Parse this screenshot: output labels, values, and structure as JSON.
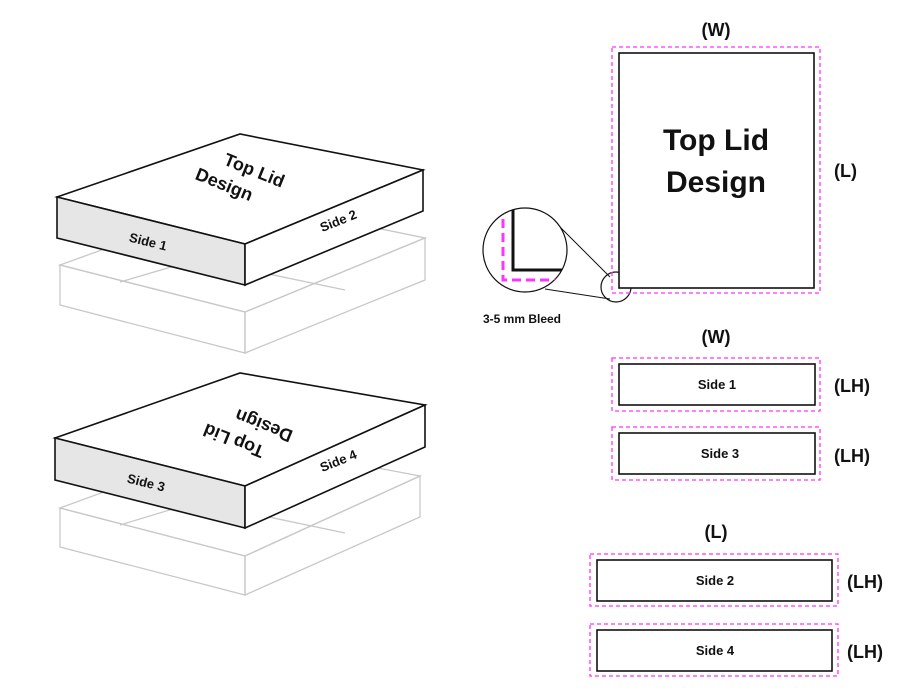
{
  "boxes": {
    "upper": {
      "lid_text_line1": "Top Lid",
      "lid_text_line2": "Design",
      "front_side": "Side 1",
      "right_side": "Side 2"
    },
    "lower": {
      "lid_text_line1": "Top Lid",
      "lid_text_line2": "Design",
      "front_side": "Side 3",
      "right_side": "Side 4"
    }
  },
  "bleed_callout": {
    "label": "3-5 mm Bleed"
  },
  "panels": {
    "top_lid": {
      "width_label": "(W)",
      "length_label": "(L)",
      "title_line1": "Top Lid",
      "title_line2": "Design"
    },
    "side1": {
      "header": "(W)",
      "label": "Side 1",
      "dim": "(LH)"
    },
    "side3": {
      "label": "Side 3",
      "dim": "(LH)"
    },
    "side2": {
      "header": "(L)",
      "label": "Side 2",
      "dim": "(LH)"
    },
    "side4": {
      "label": "Side 4",
      "dim": "(LH)"
    }
  },
  "colors": {
    "bleed_line": "#ff33ff",
    "outline": "#111111",
    "side_fill": "#e6e6e6",
    "base_outline": "#c8c8c8"
  }
}
